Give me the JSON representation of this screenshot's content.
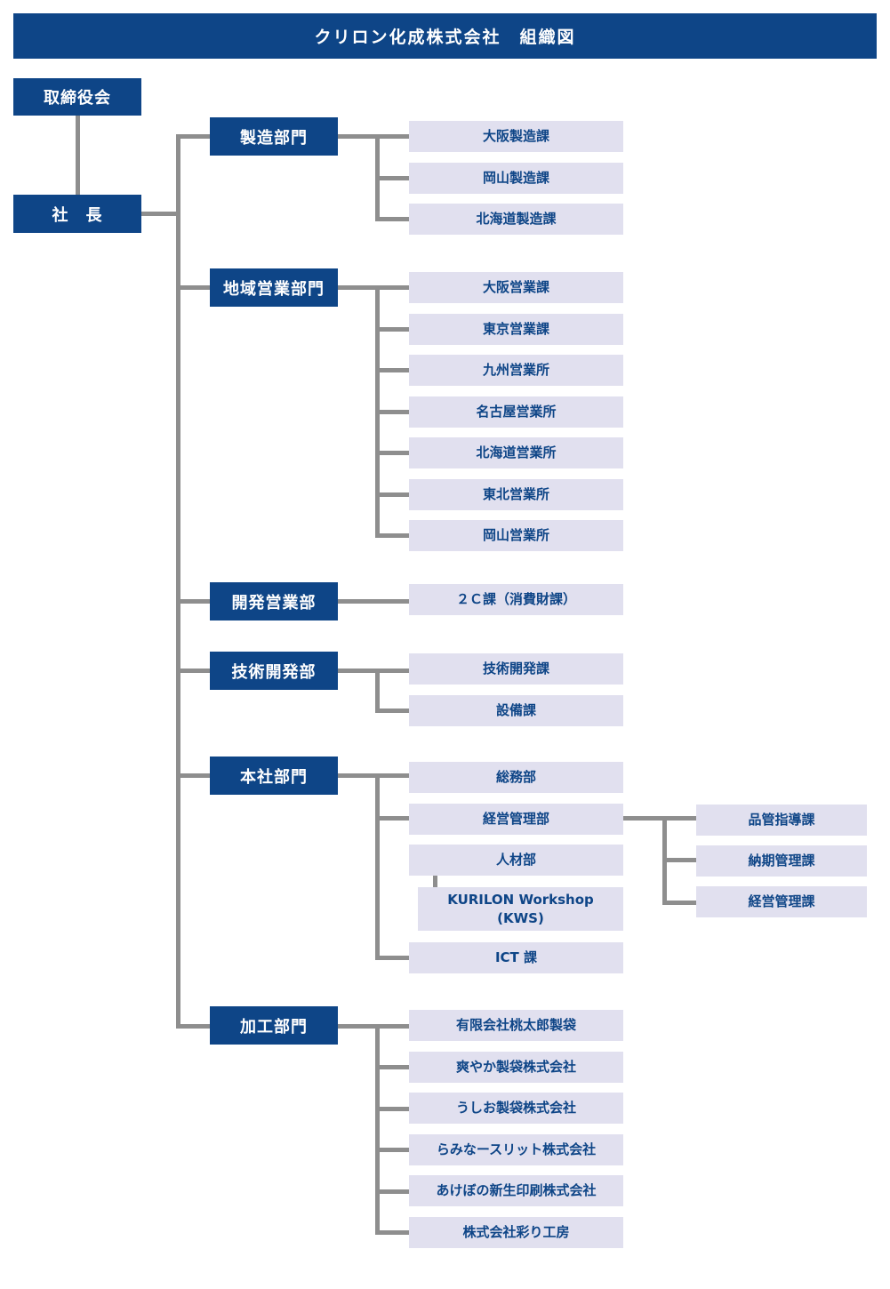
{
  "title": "クリロン化成株式会社　組織図",
  "board": "取締役会",
  "president": "社　長",
  "departments": [
    {
      "name": "製造部門",
      "units": [
        "大阪製造課",
        "岡山製造課",
        "北海道製造課"
      ]
    },
    {
      "name": "地域営業部門",
      "units": [
        "大阪営業課",
        "東京営業課",
        "九州営業所",
        "名古屋営業所",
        "北海道営業所",
        "東北営業所",
        "岡山営業所"
      ]
    },
    {
      "name": "開発営業部",
      "units": [
        "２Ｃ課（消費財課）"
      ]
    },
    {
      "name": "技術開発部",
      "units": [
        "技術開発課",
        "設備課"
      ]
    },
    {
      "name": "本社部門",
      "units": [
        "総務部",
        "経営管理部",
        "人材部",
        "KURILON Workshop\n(KWS)",
        "ICT 課"
      ],
      "sub_units": [
        "品管指導課",
        "納期管理課",
        "経営管理課"
      ]
    },
    {
      "name": "加工部門",
      "units": [
        "有限会社桃太郎製袋",
        "爽やか製袋株式会社",
        "うしお製袋株式会社",
        "らみなースリット株式会社",
        "あけぼの新生印刷株式会社",
        "株式会社彩り工房"
      ]
    }
  ]
}
